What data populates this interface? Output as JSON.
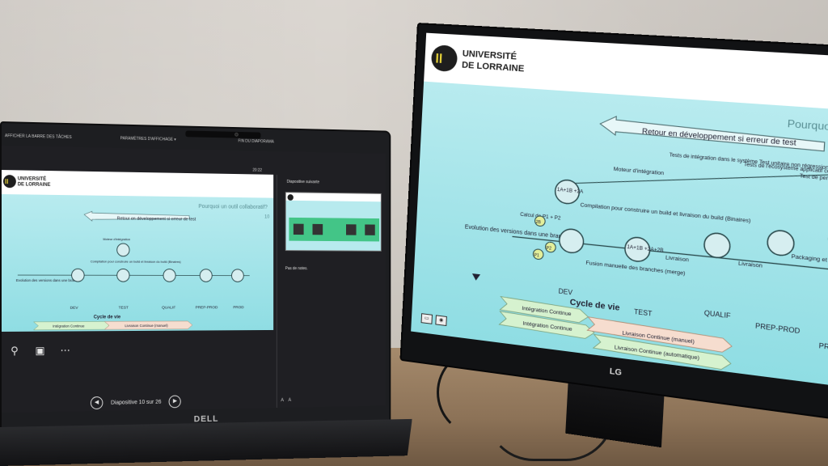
{
  "laptop": {
    "brand": "DELL",
    "taskbar": {
      "hide_taskbar": "AFFICHER LA BARRE DES TÂCHES",
      "display_settings": "PARAMÈTRES D'AFFICHAGE ▾",
      "end_slideshow": "FIN DU DIAPORAMA"
    },
    "timer": "20:22",
    "next_slide_label": "Diapositive suivante",
    "notes": "Pas de notes.",
    "slide_counter": "Diapositive 10 sur 26",
    "slide_number": "10",
    "tools": {
      "search": "search-icon",
      "display": "display-icon",
      "more": "more-icon"
    }
  },
  "monitor": {
    "brand": "LG"
  },
  "slide": {
    "logo_line1": "UNIVERSITÉ",
    "logo_line2": "DE LORRAINE",
    "title": "Pourquoi un outil collaboratif?",
    "title_short": "Pourquoi un",
    "feedback_arrow": "Retour en développement si erreur de test",
    "moteur": "Moteur d'intégration",
    "tests_integration": "Tests de intégration dans le système Test unitaire non régression",
    "tests_ecosysteme": "Tests de l'écosystème applicatif complet",
    "tests_performance": "Test de performance et de charge",
    "compilation": "Compilation pour construire un build et livraison du build (Binaires)",
    "evolution": "Evolution des versions dans une branche",
    "calcul": "Calcul de P1 + P2",
    "fusion": "Fusion manuelle des branches (merge)",
    "livraison": "Livraison",
    "packaging": "Packaging et déploiement",
    "stages": [
      "DEV",
      "TEST",
      "QUALIF",
      "PREP-PROD",
      "PROD"
    ],
    "version_top": "1A+1B +2A",
    "version_mid": "1A+1B +2A+2B",
    "v2b": "2B",
    "vp1": "P1",
    "vp2": "P2",
    "cycle": "Cycle de vie",
    "ci": "Intégration Continue",
    "cd_manual": "Livraison Continue (manuel)",
    "cd_auto": "Livraison Continue (automatique)"
  }
}
